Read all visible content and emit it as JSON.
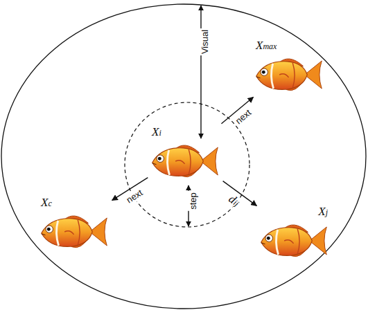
{
  "diagram": {
    "nodes": [
      {
        "text": [
          "Xmax"
        ]
      },
      {
        "text": [
          "Xi"
        ]
      },
      {
        "text": [
          "Xc"
        ]
      },
      {
        "text": [
          "Xj"
        ]
      }
    ],
    "edges": [
      {
        "from": 1,
        "to": 0,
        "label": "next",
        "arrow": "to"
      },
      {
        "from": 1,
        "to": 2,
        "label": "next",
        "arrow": "to"
      },
      {
        "from": 1,
        "to": 3,
        "label": "dij",
        "arrow": "to"
      }
    ],
    "labels": [
      "Visual",
      "step"
    ]
  }
}
